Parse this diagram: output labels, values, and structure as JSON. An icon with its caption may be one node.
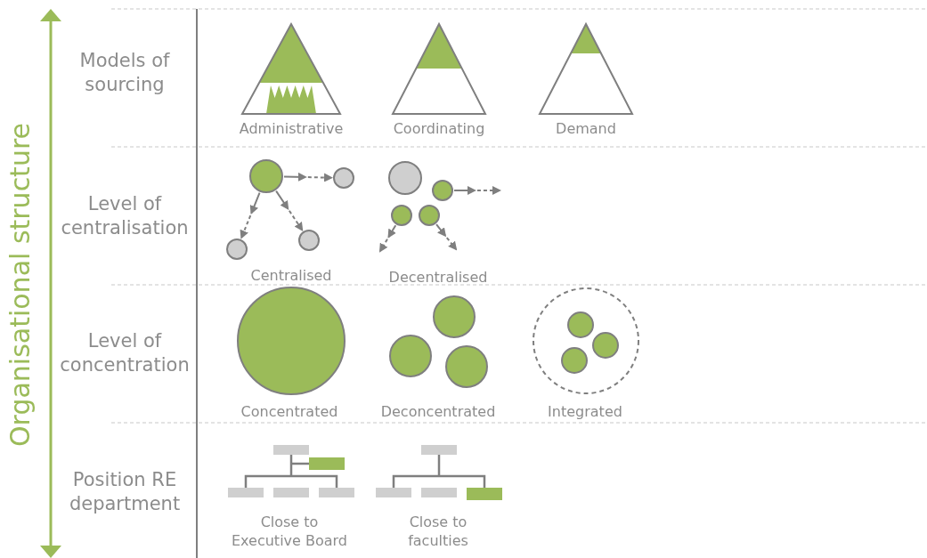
{
  "diagram": {
    "nodes": [
      {
        "text": [],
        "shape": "circle"
      },
      {
        "text": [],
        "shape": "circle"
      },
      {
        "text": [],
        "shape": "circle"
      },
      {
        "text": [],
        "shape": "circle"
      },
      {
        "text": [],
        "shape": "circle"
      },
      {
        "text": [],
        "shape": "circle"
      },
      {
        "text": [],
        "shape": "circle"
      },
      {
        "text": [],
        "shape": "circle"
      }
    ],
    "edges": [
      {
        "from": 0,
        "to": 1,
        "arrow": "to"
      },
      {
        "from": 0,
        "to": 2,
        "arrow": "to"
      },
      {
        "from": 0,
        "to": 3,
        "arrow": "to"
      },
      {
        "from": 5,
        "to": null,
        "arrow": "to"
      },
      {
        "from": 6,
        "to": null,
        "arrow": "to"
      },
      {
        "from": 7,
        "to": null,
        "arrow": "to"
      }
    ],
    "labels": [
      "Organisational structure",
      "Models of sourcing",
      "Administrative",
      "Coordinating",
      "Demand",
      "Level of centralisation",
      "Centralised",
      "Decentralised",
      "Level of concentration",
      "Concentrated",
      "Deconcentrated",
      "Integrated",
      "Position RE department",
      "Close to Executive Board",
      "Close to faculties"
    ]
  }
}
